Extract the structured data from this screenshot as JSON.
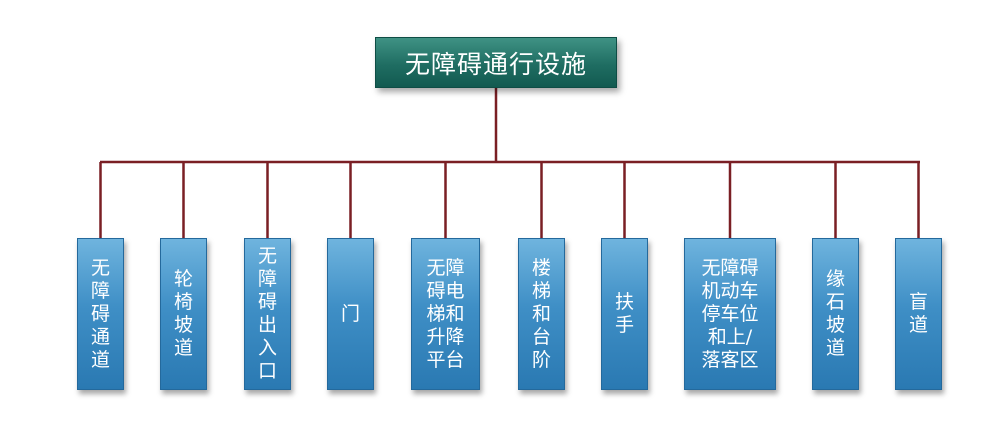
{
  "diagram": {
    "root": {
      "label": "无障碍通行设施"
    },
    "children": [
      {
        "label": "无\n障\n碍\n通\n道"
      },
      {
        "label": "轮\n椅\n坡\n道"
      },
      {
        "label": "无\n障\n碍\n出\n入\n口"
      },
      {
        "label": "门"
      },
      {
        "label": "无障\n碍电\n梯和\n升降\n平台"
      },
      {
        "label": "楼\n梯\n和\n台\n阶"
      },
      {
        "label": "扶\n手"
      },
      {
        "label": "无障碍\n机动车\n停车位\n和上/\n落客区"
      },
      {
        "label": "缘\n石\n坡\n道"
      },
      {
        "label": "盲\n道"
      }
    ],
    "colors": {
      "connector": "#7a1f24",
      "root_fill": "#1f6d62",
      "child_fill": "#3f8fc6"
    }
  }
}
